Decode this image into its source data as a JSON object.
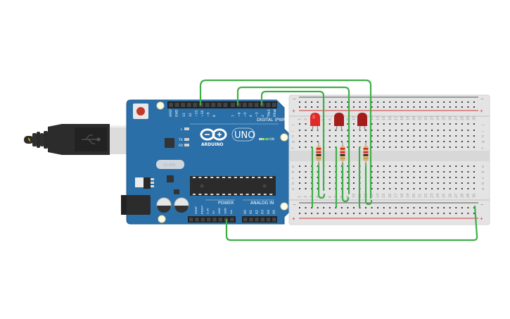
{
  "app": {
    "title": "Circuit simulator — Arduino UNO with breadboard LEDs"
  },
  "colors": {
    "board_blue": "#2a6fa8",
    "board_edge": "#1d5a8f",
    "wire_green": "#3fae49",
    "led_red_bright": "#e02a2a",
    "led_red_dark": "#a51c1c",
    "breadboard_body": "#e4e4e4",
    "rail_red": "#d13a3a",
    "rail_black": "#555555",
    "resistor_body": "#d9b47a"
  },
  "arduino": {
    "brand_label": "ARDUINO",
    "model_label": "UNO",
    "digital_header_label": "DIGITAL (PWM~)",
    "power_header_label": "POWER",
    "analog_header_label": "ANALOG IN",
    "on_led_label": "ON",
    "l_led_label": "L",
    "tx_led_label": "TX",
    "rx_led_label": "RX",
    "crystal_label": "16.000",
    "digital_pins_top": [
      "AREF",
      "GND",
      "13",
      "12",
      "~11",
      "~10",
      "~9",
      "8"
    ],
    "digital_pins_right": [
      "7",
      "~6",
      "~5",
      "4",
      "~3",
      "2",
      "TX▸1",
      "RX◂0"
    ],
    "power_pins": [
      "IOREF",
      "RESET",
      "3.3V",
      "5V",
      "GND",
      "GND",
      "Vin"
    ],
    "analog_pins": [
      "A0",
      "A1",
      "A2",
      "A3",
      "A4",
      "A5"
    ],
    "usb_icon": "usb-icon"
  },
  "breadboard": {
    "top_rail_labels": [
      "−",
      "+"
    ],
    "bottom_rail_labels": [
      "−",
      "+"
    ],
    "upper_row_labels": [
      "j",
      "i",
      "h",
      "g",
      "f"
    ],
    "lower_row_labels": [
      "e",
      "d",
      "c",
      "b",
      "a"
    ],
    "column_numbers": [
      "1",
      "2",
      "3",
      "4",
      "5",
      "6",
      "7",
      "8",
      "9",
      "10",
      "11",
      "12",
      "13",
      "14",
      "15",
      "16",
      "17",
      "18",
      "19",
      "20",
      "21",
      "22",
      "23",
      "24",
      "25",
      "26",
      "27",
      "28",
      "29",
      "30"
    ]
  },
  "components": {
    "leds": [
      {
        "name": "led-1",
        "color": "#e02a2a",
        "state": "on"
      },
      {
        "name": "led-2",
        "color": "#a51c1c",
        "state": "off"
      },
      {
        "name": "led-3",
        "color": "#a51c1c",
        "state": "off"
      }
    ],
    "resistors": [
      {
        "name": "resistor-1"
      },
      {
        "name": "resistor-2"
      },
      {
        "name": "resistor-3"
      }
    ],
    "wires": [
      {
        "name": "wire-pin12-to-led3",
        "from": "D12",
        "to": "breadboard col 14"
      },
      {
        "name": "wire-pin6-to-led2",
        "from": "D6",
        "to": "breadboard col 10"
      },
      {
        "name": "wire-pin3-to-led1",
        "from": "D3",
        "to": "breadboard col 6"
      },
      {
        "name": "wire-gnd-to-rail",
        "from": "GND",
        "to": "breadboard bottom − rail"
      }
    ]
  }
}
